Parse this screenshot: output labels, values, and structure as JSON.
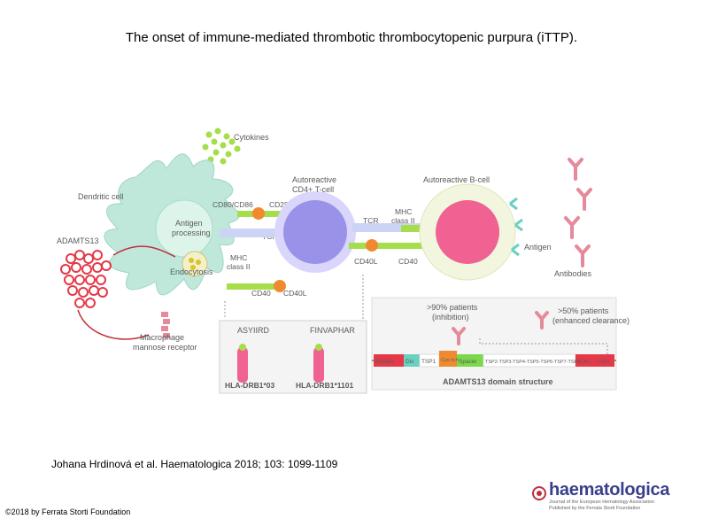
{
  "title": "The onset of immune-mediated thrombotic thrombocytopenic purpura (iTTP).",
  "citation": "Johana Hrdinová et al. Haematologica 2018; 103: 1099-1109",
  "copyright": "©2018 by Ferrata Storti Foundation",
  "logo": {
    "name": "haematologica",
    "subtitle_1": "Journal of the European Hematology Association",
    "subtitle_2": "Published by the Ferrata Storti Foundation"
  },
  "diagram": {
    "cytokines": "Cytokines",
    "dendritic_cell": "Dendritic cell",
    "adamts13": "ADAMTS13",
    "cd80_cd86": "CD80/CD86",
    "cd28": "CD28",
    "antigen_processing_1": "Antigen",
    "antigen_processing_2": "processing",
    "tcr_left": "TCR",
    "mhc_left_1": "MHC",
    "mhc_left_2": "class II",
    "endocytosis": "Endocytosis",
    "cd40_left": "CD40",
    "cd40l_left": "CD40L",
    "macrophage_1": "Macrophage",
    "macrophage_2": "mannose receptor",
    "t_cell_1": "Autoreactive",
    "t_cell_2": "CD4+ T-cell",
    "b_cell": "Autoreactive B-cell",
    "tcr_right": "TCR",
    "mhc_right_1": "MHC",
    "mhc_right_2": "class II",
    "cd40l_right": "CD40L",
    "cd40_right": "CD40",
    "antigen": "Antigen",
    "antibodies": "Antibodies",
    "asyiird": "ASYIIRD",
    "finvaphar": "FINVAPHAR",
    "hla_1": "HLA-DRB1*03",
    "hla_2": "HLA-DRB1*1101",
    "pct90_1": ">90% patients",
    "pct90_2": "(inhibition)",
    "pct50_1": ">50% patients",
    "pct50_2": "(enhanced clearance)",
    "domain_title": "ADAMTS13 domain structure",
    "domains": [
      "Metallo",
      "Dis",
      "TSP1",
      "Cys rich",
      "Spacer",
      "TSP2-TSP3-TSP4-TSP5-TSP6-TSP7-TSP8",
      "CUB1",
      "CUB2"
    ]
  },
  "colors": {
    "dendritic": "#bfe8da",
    "t_cell": "#9a92e8",
    "b_cell_outer": "#f3f6de",
    "b_cell_nucleus": "#f06292",
    "adamts13": "#e53947",
    "antibody": "#e58a9a",
    "accent_green": "#a6dd4a",
    "domain_red": "#e53947",
    "domain_teal": "#6ad0c0",
    "domain_green": "#7bd84a",
    "domain_orange": "#f08a30",
    "logo": "#3a3f8c"
  }
}
